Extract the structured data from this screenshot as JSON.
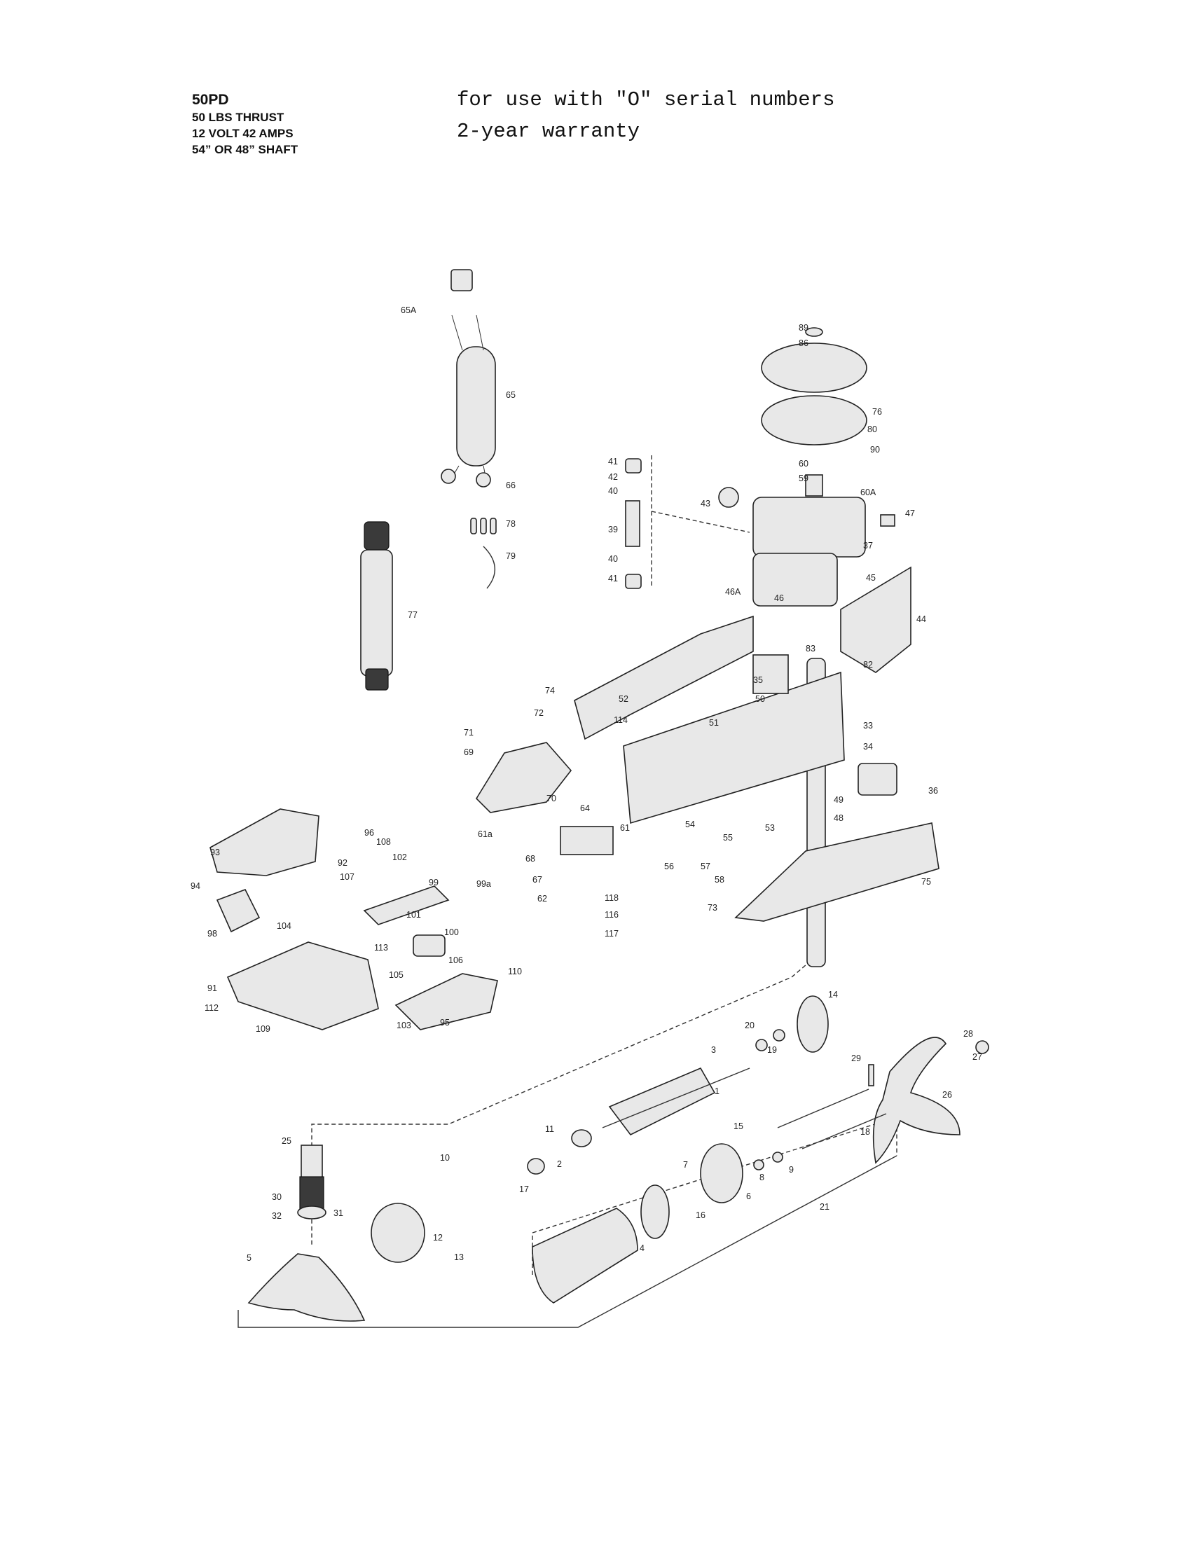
{
  "spec": {
    "model": "50PD",
    "thrust": "50 LBS THRUST",
    "power": "12 VOLT  42 AMPS",
    "shaft": "54” OR 48” SHAFT"
  },
  "note": {
    "serial": "for use with \"O\" serial numbers",
    "warranty": "2-year warranty"
  },
  "callouts": [
    "65A",
    "65",
    "66",
    "78",
    "79",
    "77",
    "89",
    "86",
    "76",
    "80",
    "90",
    "60",
    "59",
    "60A",
    "43",
    "41",
    "42",
    "40",
    "39",
    "40",
    "41",
    "47",
    "37",
    "45",
    "46A",
    "46",
    "44",
    "83",
    "82",
    "35",
    "50",
    "74",
    "72",
    "52",
    "114",
    "51",
    "33",
    "71",
    "69",
    "34",
    "36",
    "70",
    "64",
    "61",
    "49",
    "53",
    "48",
    "54",
    "55",
    "96",
    "108",
    "102",
    "61a",
    "68",
    "67",
    "62",
    "56",
    "57",
    "58",
    "75",
    "93",
    "92",
    "107",
    "99",
    "99a",
    "118",
    "116",
    "117",
    "73",
    "94",
    "101",
    "104",
    "100",
    "98",
    "113",
    "106",
    "110",
    "105",
    "91",
    "112",
    "103",
    "95",
    "109",
    "14",
    "20",
    "19",
    "28",
    "27",
    "3",
    "29",
    "1",
    "26",
    "11",
    "2",
    "15",
    "18",
    "10",
    "17",
    "8",
    "9",
    "7",
    "6",
    "25",
    "21",
    "16",
    "30",
    "31",
    "32",
    "12",
    "4",
    "13",
    "5"
  ]
}
